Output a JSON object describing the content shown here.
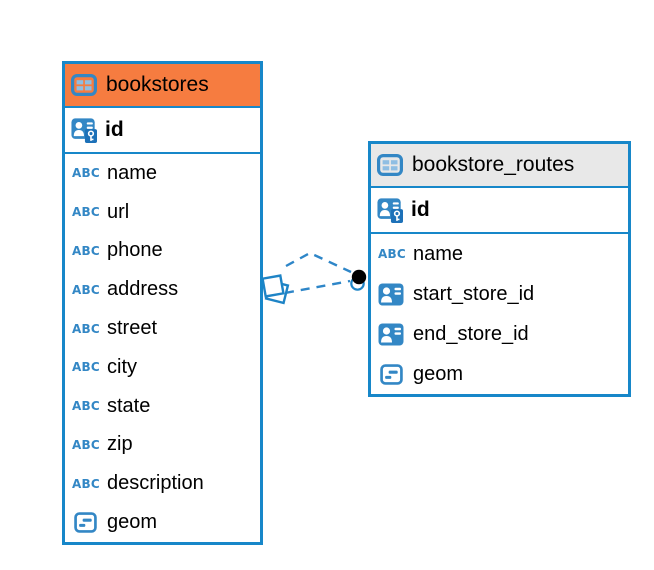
{
  "diagram": {
    "type": "entity-relationship",
    "background": "#ffffff"
  },
  "colors": {
    "table_border": "#1787C9",
    "bookstores_header": "#F67C40",
    "bookstore_routes_header": "#E8E8E8",
    "icon_blue": "#3387C5",
    "icon_badge_blue": "#1D71B8",
    "relationship_line": "#2E86C8",
    "marker_dot": "#000000",
    "text": "#000000"
  },
  "icons": {
    "text_type_glyph": "ABC"
  },
  "tables": [
    {
      "name": "bookstores",
      "header_color": "#F67C40",
      "primary_key": {
        "name": "id",
        "type": "primary-key"
      },
      "fields": [
        {
          "name": "name",
          "type": "text"
        },
        {
          "name": "url",
          "type": "text"
        },
        {
          "name": "phone",
          "type": "text"
        },
        {
          "name": "address",
          "type": "text"
        },
        {
          "name": "street",
          "type": "text"
        },
        {
          "name": "city",
          "type": "text"
        },
        {
          "name": "state",
          "type": "text"
        },
        {
          "name": "zip",
          "type": "text"
        },
        {
          "name": "description",
          "type": "text"
        },
        {
          "name": "geom",
          "type": "geometry"
        }
      ]
    },
    {
      "name": "bookstore_routes",
      "header_color": "#E8E8E8",
      "primary_key": {
        "name": "id",
        "type": "primary-key"
      },
      "fields": [
        {
          "name": "name",
          "type": "text"
        },
        {
          "name": "start_store_id",
          "type": "foreign-key"
        },
        {
          "name": "end_store_id",
          "type": "foreign-key"
        },
        {
          "name": "geom",
          "type": "geometry"
        }
      ]
    }
  ],
  "relationships": [
    {
      "from_table": "bookstores",
      "to_table": "bookstore_routes",
      "line_style": "dashed",
      "line_count": 2,
      "from_marker": "diamond",
      "to_marker": "dot"
    }
  ]
}
